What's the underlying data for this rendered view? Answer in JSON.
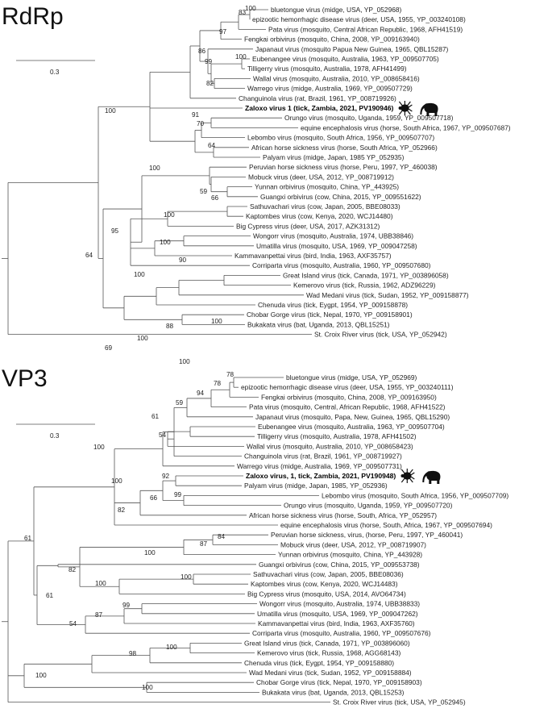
{
  "panels": [
    {
      "id": "rdrp",
      "title": "RdRp",
      "scale": {
        "label": "0.3"
      },
      "leaves": [
        {
          "text": "bluetongue virus (midge, USA, YP_052968)",
          "bold": false
        },
        {
          "text": "epizootic hemorrhagic disease virus (deer, USA, 1955, YP_003240108)",
          "bold": false
        },
        {
          "text": "Pata virus (mosquito, Central African Republic, 1968, AFH41519)",
          "bold": false
        },
        {
          "text": "Fengkai orbivirus (mosquito, China, 2008, YP_009163940)",
          "bold": false
        },
        {
          "text": "Japanaut virus (mosquito Papua New Guinea, 1965, QBL15287)",
          "bold": false
        },
        {
          "text": "Eubenangee virus (mosquito, Australia, 1963, YP_009507705)",
          "bold": false
        },
        {
          "text": "Tilligerry virus (mosquito, Australia, 1978, AFH41499)",
          "bold": false
        },
        {
          "text": "Wallal virus (mosquito, Australia, 2010, YP_008658416)",
          "bold": false
        },
        {
          "text": "Warrego virus (midge, Australia, 1969, YP_009507729)",
          "bold": false
        },
        {
          "text": "Changuinola virus (rat, Brazil, 1961, YP_008719926)",
          "bold": false
        },
        {
          "text": "Zaloxo virus 1 (tick, Zambia, 2021, PV190946)",
          "bold": true
        },
        {
          "text": "Orungo virus (mosquito, Uganda, 1959, YP_009507718)",
          "bold": false
        },
        {
          "text": "equine encephalosis virus (horse, South Africa, 1967, YP_009507687)",
          "bold": false
        },
        {
          "text": "Lebombo virus (mosquito, South Africa, 1956, YP_009507707)",
          "bold": false
        },
        {
          "text": "African horse sickness virus (horse, South Africa, YP_052966)",
          "bold": false
        },
        {
          "text": "Palyam virus (midge, Japan, 1985 YP_052935)",
          "bold": false
        },
        {
          "text": "Peruvian horse sickness virus (horse, Peru, 1997, YP_460038)",
          "bold": false
        },
        {
          "text": "Mobuck virus (deer, USA, 2012, YP_008719912)",
          "bold": false
        },
        {
          "text": "Yunnan orbivirus (mosquito, China, YP_443925)",
          "bold": false
        },
        {
          "text": "Guangxi orbivirus (cow, China, 2015, YP_009551622)",
          "bold": false
        },
        {
          "text": "Sathuvachari virus (cow, Japan, 2005, BBE08033)",
          "bold": false
        },
        {
          "text": "Kaptombes virus (cow, Kenya, 2020, WCJ14480)",
          "bold": false
        },
        {
          "text": "Big Cypress virus (deer, USA, 2017, AZK31312)",
          "bold": false
        },
        {
          "text": "Wongorr virus (mosquito, Australia, 1974, UBB38846)",
          "bold": false
        },
        {
          "text": "Umatilla virus (mosquito, USA, 1969, YP_009047258)",
          "bold": false
        },
        {
          "text": "Kammavanpettai virus (bird, India, 1963, AXF35757)",
          "bold": false
        },
        {
          "text": "Corriparta virus (mosquito, Australia, 1960, YP_009507680)",
          "bold": false
        },
        {
          "text": "Great Island virus (tick, Canada, 1971, YP_003896058)",
          "bold": false
        },
        {
          "text": "Kemerovo virus (tick, Russia, 1962, ADZ96229)",
          "bold": false
        },
        {
          "text": "Wad Medani virus (tick, Sudan, 1952, YP_009158877)",
          "bold": false
        },
        {
          "text": "Chenuda virus (tick, Eygpt, 1954, YP_009158878)",
          "bold": false
        },
        {
          "text": "Chobar Gorge virus (tick, Nepal, 1970, YP_009158901)",
          "bold": false
        },
        {
          "text": "Bukakata virus (bat, Uganda, 2013, QBL15251)",
          "bold": false
        },
        {
          "text": "St. Croix River virus (tick, USA, YP_052942)",
          "bold": false
        }
      ],
      "bootstrap": [
        "100",
        "83",
        "97",
        "86",
        "100",
        "99",
        "82",
        "100",
        "91",
        "70",
        "64",
        "100",
        "59",
        "66",
        "100",
        "95",
        "100",
        "90",
        "100",
        "64",
        "100",
        "88",
        "100",
        "69",
        "100"
      ],
      "host_icons": [
        "tick-icon",
        "elephant-icon"
      ]
    },
    {
      "id": "vp3",
      "title": "VP3",
      "scale": {
        "label": "0.3"
      },
      "leaves": [
        {
          "text": "bluetongue virus (midge, USA, YP_052969)",
          "bold": false
        },
        {
          "text": "epizootic hemorrhagic disease virus (deer, USA, 1955, YP_003240111)",
          "bold": false
        },
        {
          "text": "Fengkai orbivirus (mosquito, China, 2008, YP_009163950)",
          "bold": false
        },
        {
          "text": "Pata virus (mosquito, Central, African Republic, 1968, AFH41522)",
          "bold": false
        },
        {
          "text": "Japanaut virus (mosquito, Papa, New, Guinea, 1965, QBL15290)",
          "bold": false
        },
        {
          "text": "Eubenangee virus (mosquito, Australia, 1963, YP_009507704)",
          "bold": false
        },
        {
          "text": "Tilligerry virus (mosquito, Australia, 1978, AFH41502)",
          "bold": false
        },
        {
          "text": "Wallal virus (mosquito, Australia, 2010, YP_008658423)",
          "bold": false
        },
        {
          "text": "Changuinola virus (rat, Brazil, 1961, YP_008719927)",
          "bold": false
        },
        {
          "text": "Warrego virus (midge, Australia, 1969, YP_009507731)",
          "bold": false
        },
        {
          "text": "Zaloxo virus, 1, tick, Zambia, 2021, PV190948)",
          "bold": true
        },
        {
          "text": "Palyam virus (midge, Japan, 1985, YP_052936)",
          "bold": false
        },
        {
          "text": "Lebombo virus (mosquito, South Africa, 1956, YP_009507709)",
          "bold": false
        },
        {
          "text": "Orungo virus (mosquito, Uganda, 1959, YP_009507720)",
          "bold": false
        },
        {
          "text": "African horse sickness virus (horse, South, Africa, YP_052957)",
          "bold": false
        },
        {
          "text": "equine encephalosis virus (horse, South, Africa, 1967, YP_009507694)",
          "bold": false
        },
        {
          "text": "Peruvian horse sickness, virus, (horse, Peru, 1997, YP_460041)",
          "bold": false
        },
        {
          "text": "Mobuck virus (deer, USA, 2012, YP_008719907)",
          "bold": false
        },
        {
          "text": "Yunnan orbivirus (mosquito, China, YP_443928)",
          "bold": false
        },
        {
          "text": "Guangxi orbivirus (cow, China, 2015, YP_009553738)",
          "bold": false
        },
        {
          "text": "Sathuvachari virus (cow, Japan, 2005, BBE08036)",
          "bold": false
        },
        {
          "text": "Kaptombes virus (cow, Kenya, 2020, WCJ14483)",
          "bold": false
        },
        {
          "text": "Big Cypress virus (mosquito, USA, 2014, AVO64734)",
          "bold": false
        },
        {
          "text": "Wongorr virus (mosquito, Australia, 1974, UBB38833)",
          "bold": false
        },
        {
          "text": "Umatilla virus (mosquito, USA, 1969, YP_009047262)",
          "bold": false
        },
        {
          "text": "Kammavanpettai virus (bird, India, 1963, AXF35760)",
          "bold": false
        },
        {
          "text": "Corriparta virus (mosquito, Australia, 1960, YP_009507676)",
          "bold": false
        },
        {
          "text": "Great Island virus (tick, Canada, 1971, YP_003896060)",
          "bold": false
        },
        {
          "text": "Kemerovo virus (tick, Russia, 1968, AGG68143)",
          "bold": false
        },
        {
          "text": "Chenuda virus (tick, Eygpt, 1954, YP_009158880)",
          "bold": false
        },
        {
          "text": "Wad Medani virus (tick, Sudan, 1952, YP_009158884)",
          "bold": false
        },
        {
          "text": "Chobar Gorge virus (tick, Nepal, 1970, YP_009158903)",
          "bold": false
        },
        {
          "text": "Bukakata virus (bat, Uganda, 2013, QBL15253)",
          "bold": false
        },
        {
          "text": "St. Croix River virus (tick, USA, YP_052945)",
          "bold": false
        }
      ],
      "bootstrap": [
        "78",
        "78",
        "94",
        "59",
        "61",
        "54",
        "100",
        "100",
        "92",
        "99",
        "66",
        "82",
        "61",
        "84",
        "87",
        "100",
        "82",
        "100",
        "100",
        "61",
        "99",
        "87",
        "54",
        "100",
        "98",
        "100",
        "100"
      ],
      "host_icons": [
        "tick-icon",
        "elephant-icon"
      ]
    }
  ]
}
